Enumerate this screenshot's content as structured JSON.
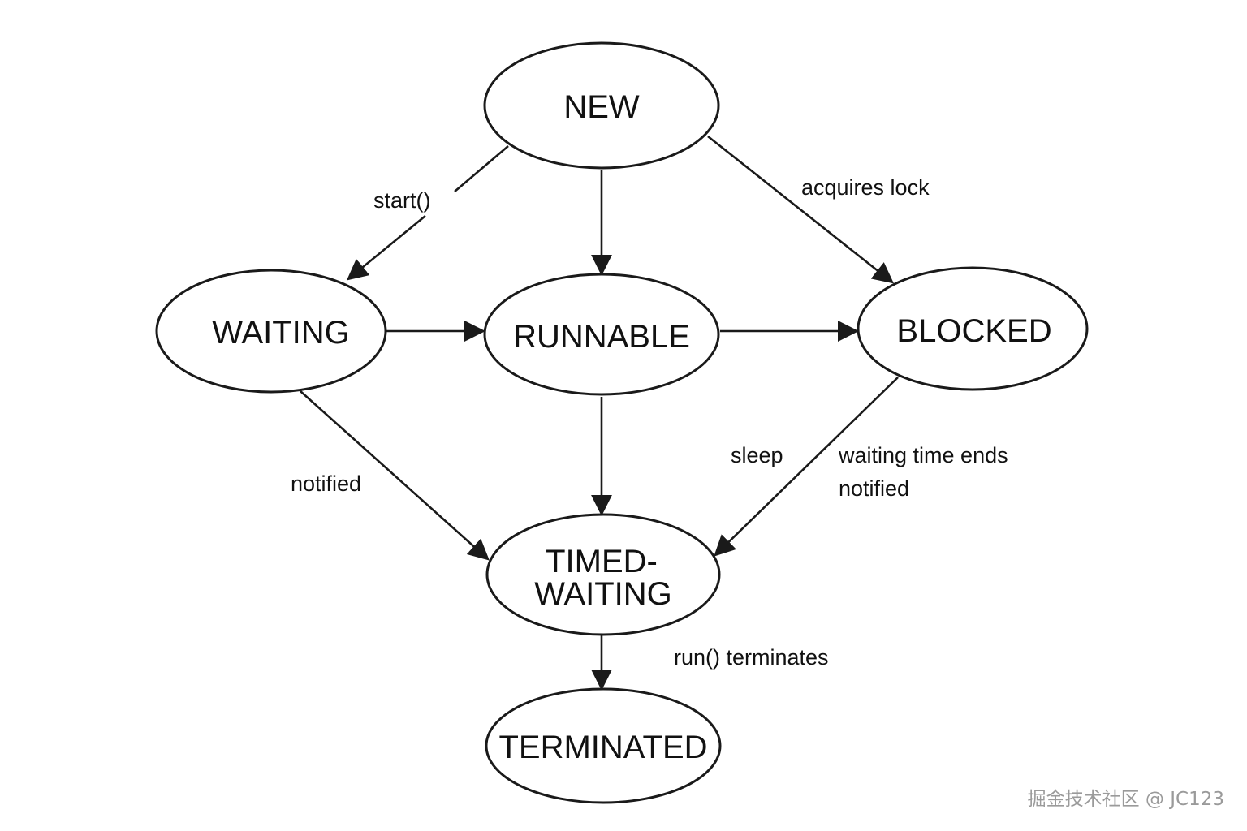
{
  "states": {
    "new": "NEW",
    "waiting": "WAITING",
    "runnable": "RUNNABLE",
    "blocked": "BLOCKED",
    "timed_waiting_line1": "TIMED-",
    "timed_waiting_line2": "WAITING",
    "terminated": "TERMINATED"
  },
  "labels": {
    "start": "start()",
    "acquires_lock": "acquires lock",
    "notified_left": "notified",
    "sleep": "sleep",
    "waiting_time_ends": "waiting time ends",
    "notified_right": "notified",
    "run_terminates": "run() terminates"
  },
  "watermark": "掘金技术社区 @ JC123",
  "colors": {
    "stroke": "#1a1a1a",
    "text": "#111111",
    "watermark": "#9a9a9a",
    "background": "#ffffff"
  }
}
